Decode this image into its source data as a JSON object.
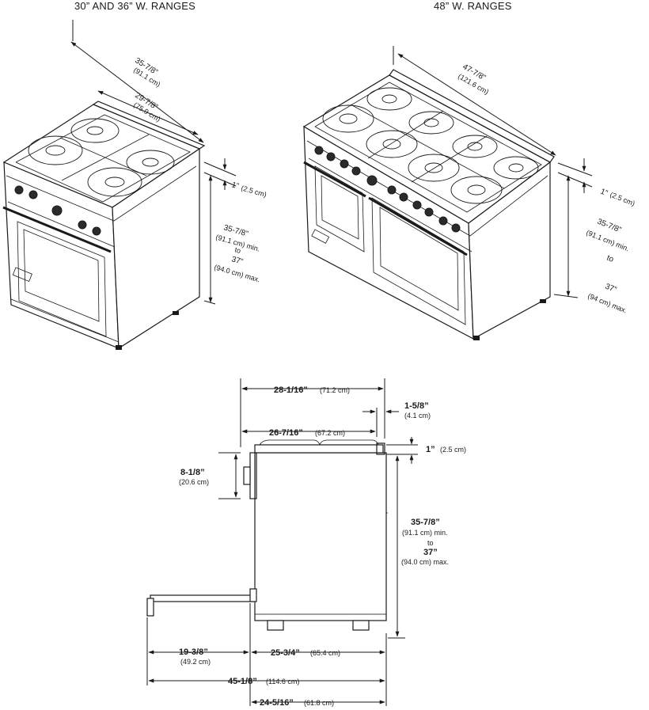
{
  "titles": {
    "left": "30” AND 36” W. RANGES",
    "right": "48” W. RANGES"
  },
  "range_small": {
    "total_depth": "35-7/8”",
    "total_depth_cm": "(91.1 cm)",
    "cooktop_depth": "29-7/8”",
    "cooktop_depth_cm": "(75.9 cm)",
    "rail": "1”",
    "rail_cm": "(2.5 cm)",
    "height_min": "35-7/8”",
    "height_min_cm": "(91.1 cm) min.",
    "to": "to",
    "height_max": "37”",
    "height_max_cm": "(94.0 cm) max."
  },
  "range_large": {
    "width": "47-7/8”",
    "width_cm": "(121.6 cm)",
    "rail": "1”",
    "rail_cm": "(2.5 cm)",
    "height_min": "35-7/8”",
    "height_min_cm": "(91.1 cm) min.",
    "to": "to",
    "height_max": "37”",
    "height_max_cm": "(94 cm) max."
  },
  "side_view": {
    "depth_total": "28-1/16”",
    "depth_total_cm": "(71.2 cm)",
    "backguard": "1-5/8”",
    "backguard_cm": "(4.1 cm)",
    "depth_body": "26-7/16”",
    "depth_body_cm": "(67.2 cm)",
    "top_rail": "1”",
    "top_rail_cm": "(2.5 cm)",
    "knob_height": "8-1/8”",
    "knob_height_cm": "(20.6 cm)",
    "height_min": "35-7/8”",
    "height_min_cm": "(91.1 cm) min.",
    "to": "to",
    "height_max": "37”",
    "height_max_cm": "(94.0 cm) max.",
    "door_open": "19-3/8”",
    "door_open_cm": "(49.2 cm)",
    "body_depth": "25-3/4”",
    "body_depth_cm": "(65.4 cm)",
    "overall_open": "45-1/8”",
    "overall_open_cm": "(114.6 cm)",
    "cabinet_depth": "24-5/16”",
    "cabinet_depth_cm": "(61.8 cm)"
  }
}
